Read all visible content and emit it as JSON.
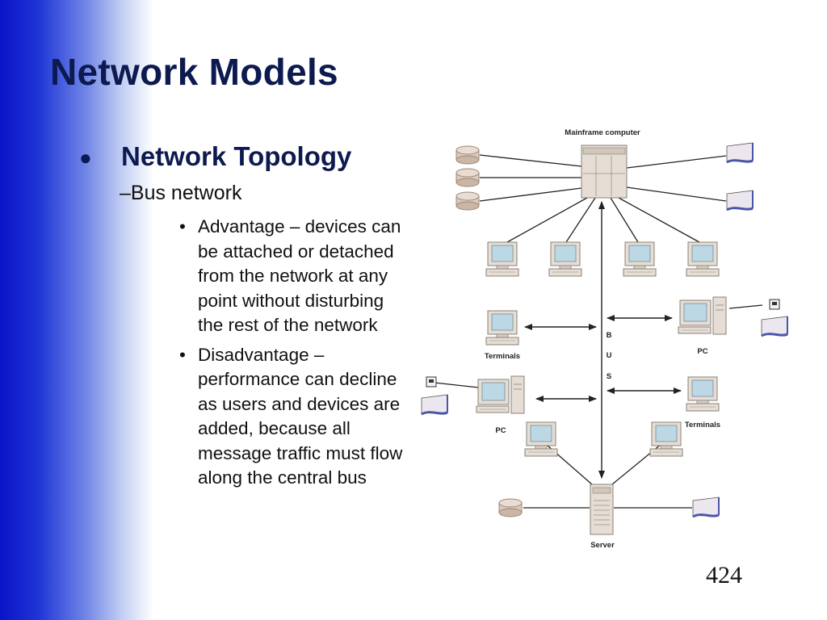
{
  "slide": {
    "title": "Network Models",
    "topic": "Network Topology",
    "subtopic": "–Bus network",
    "bullet_symbol": "●",
    "sub_bullet_symbol": "•",
    "bullets": [
      "Advantage – devices can be attached or detached from the network at any point without disturbing the rest of the network",
      "Disadvantage – performance can decline as users and devices are added, because all message traffic must flow along the central bus"
    ],
    "page_number": "424"
  },
  "colors": {
    "gradient_start": "#0a14c8",
    "title": "#0c1a4f",
    "monitor_screen": "#bcd8e4",
    "device_beige": "#e6ded4",
    "printer_blue": "#4a55a8"
  },
  "diagram": {
    "mainframe_label": "Mainframe computer",
    "bus_letters": [
      "B",
      "U",
      "S"
    ],
    "pc_label": "PC",
    "terminals_label": "Terminals",
    "server_label": "Server"
  }
}
